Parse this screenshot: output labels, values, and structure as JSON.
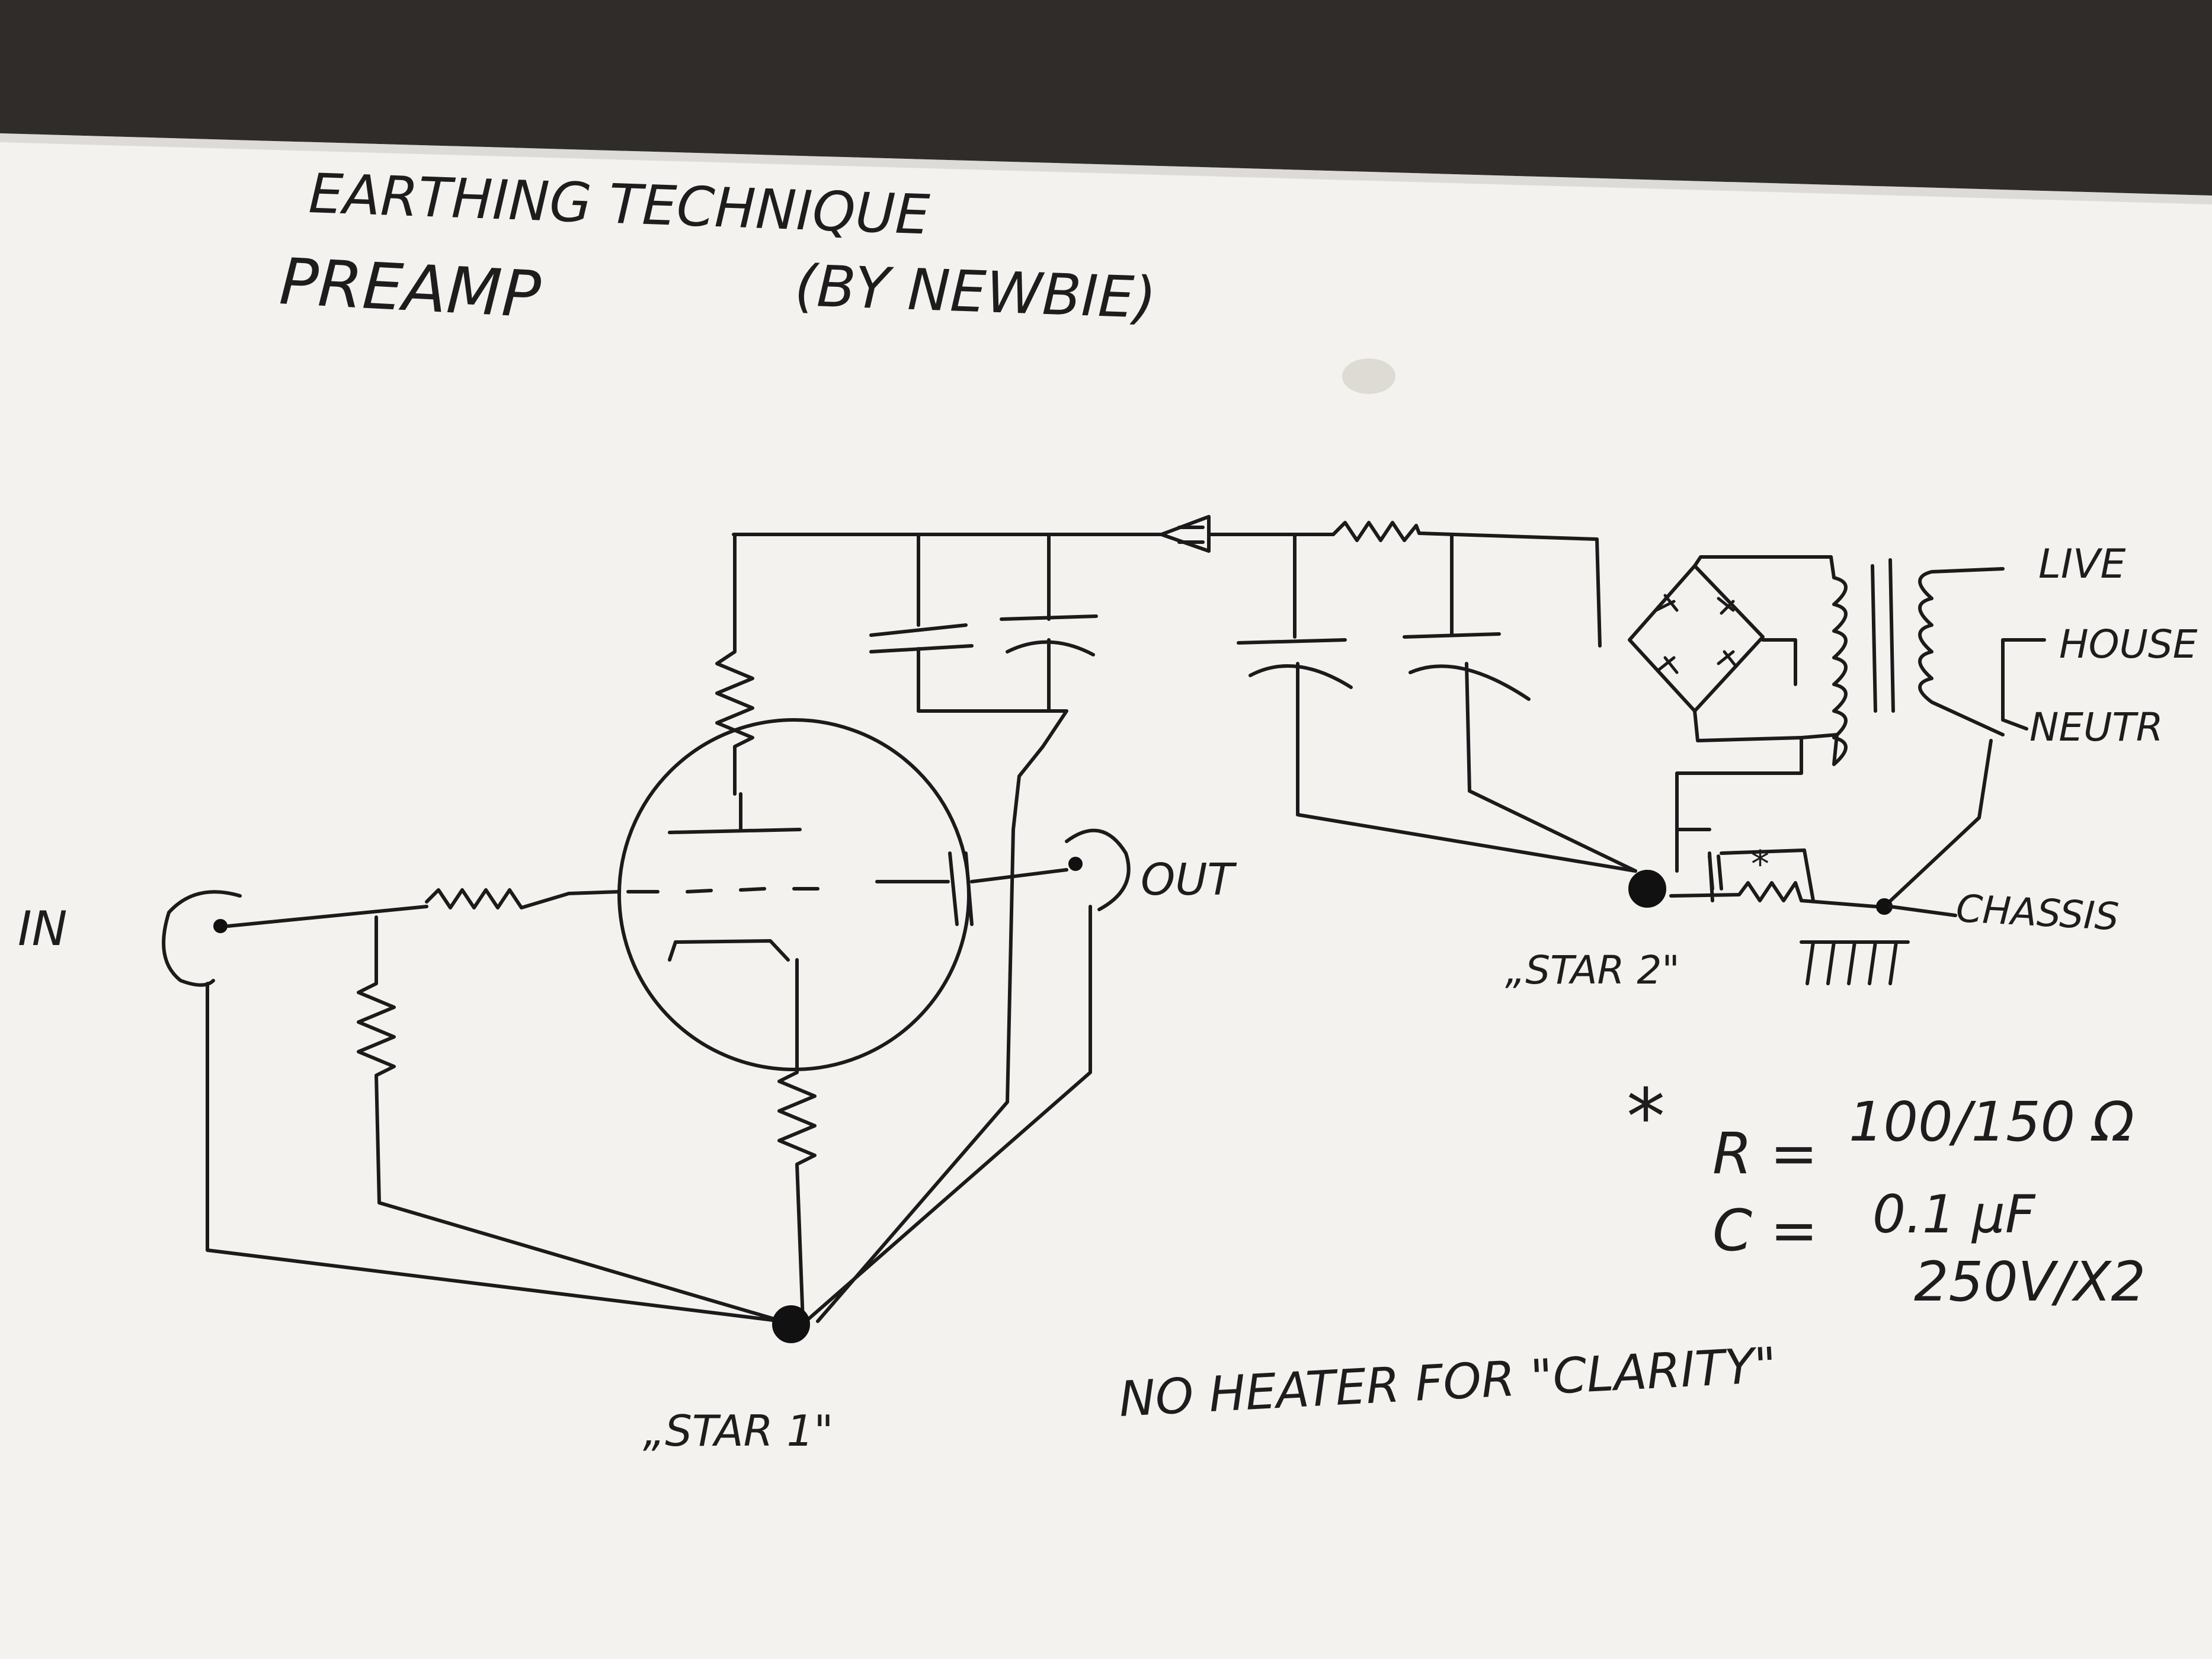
{
  "title": {
    "line1": "EARTHING TECHNIQUE",
    "line2": "PREAMP",
    "byline": "(BY NEWBIE)"
  },
  "labels": {
    "in": "IN",
    "out": "OUT",
    "live": "LIVE",
    "house": "HOUSE",
    "neutr": "NEUTR",
    "chassis": "CHASSIS",
    "star1": "„STAR 1\"",
    "star2": "„STAR 2\"",
    "no_heater": "NO HEATER FOR \"CLARITY\""
  },
  "notes": {
    "asterisk": "*",
    "r_label": "R =",
    "r_value": "100/150 Ω",
    "c_label": "C =",
    "c_value": "0.1 μF",
    "c_rating": "250V/X2",
    "snubber_mark": "*"
  },
  "colors": {
    "paper": "#f3f2ef",
    "ink": "#1b1b1b",
    "background": "#2b2926"
  }
}
